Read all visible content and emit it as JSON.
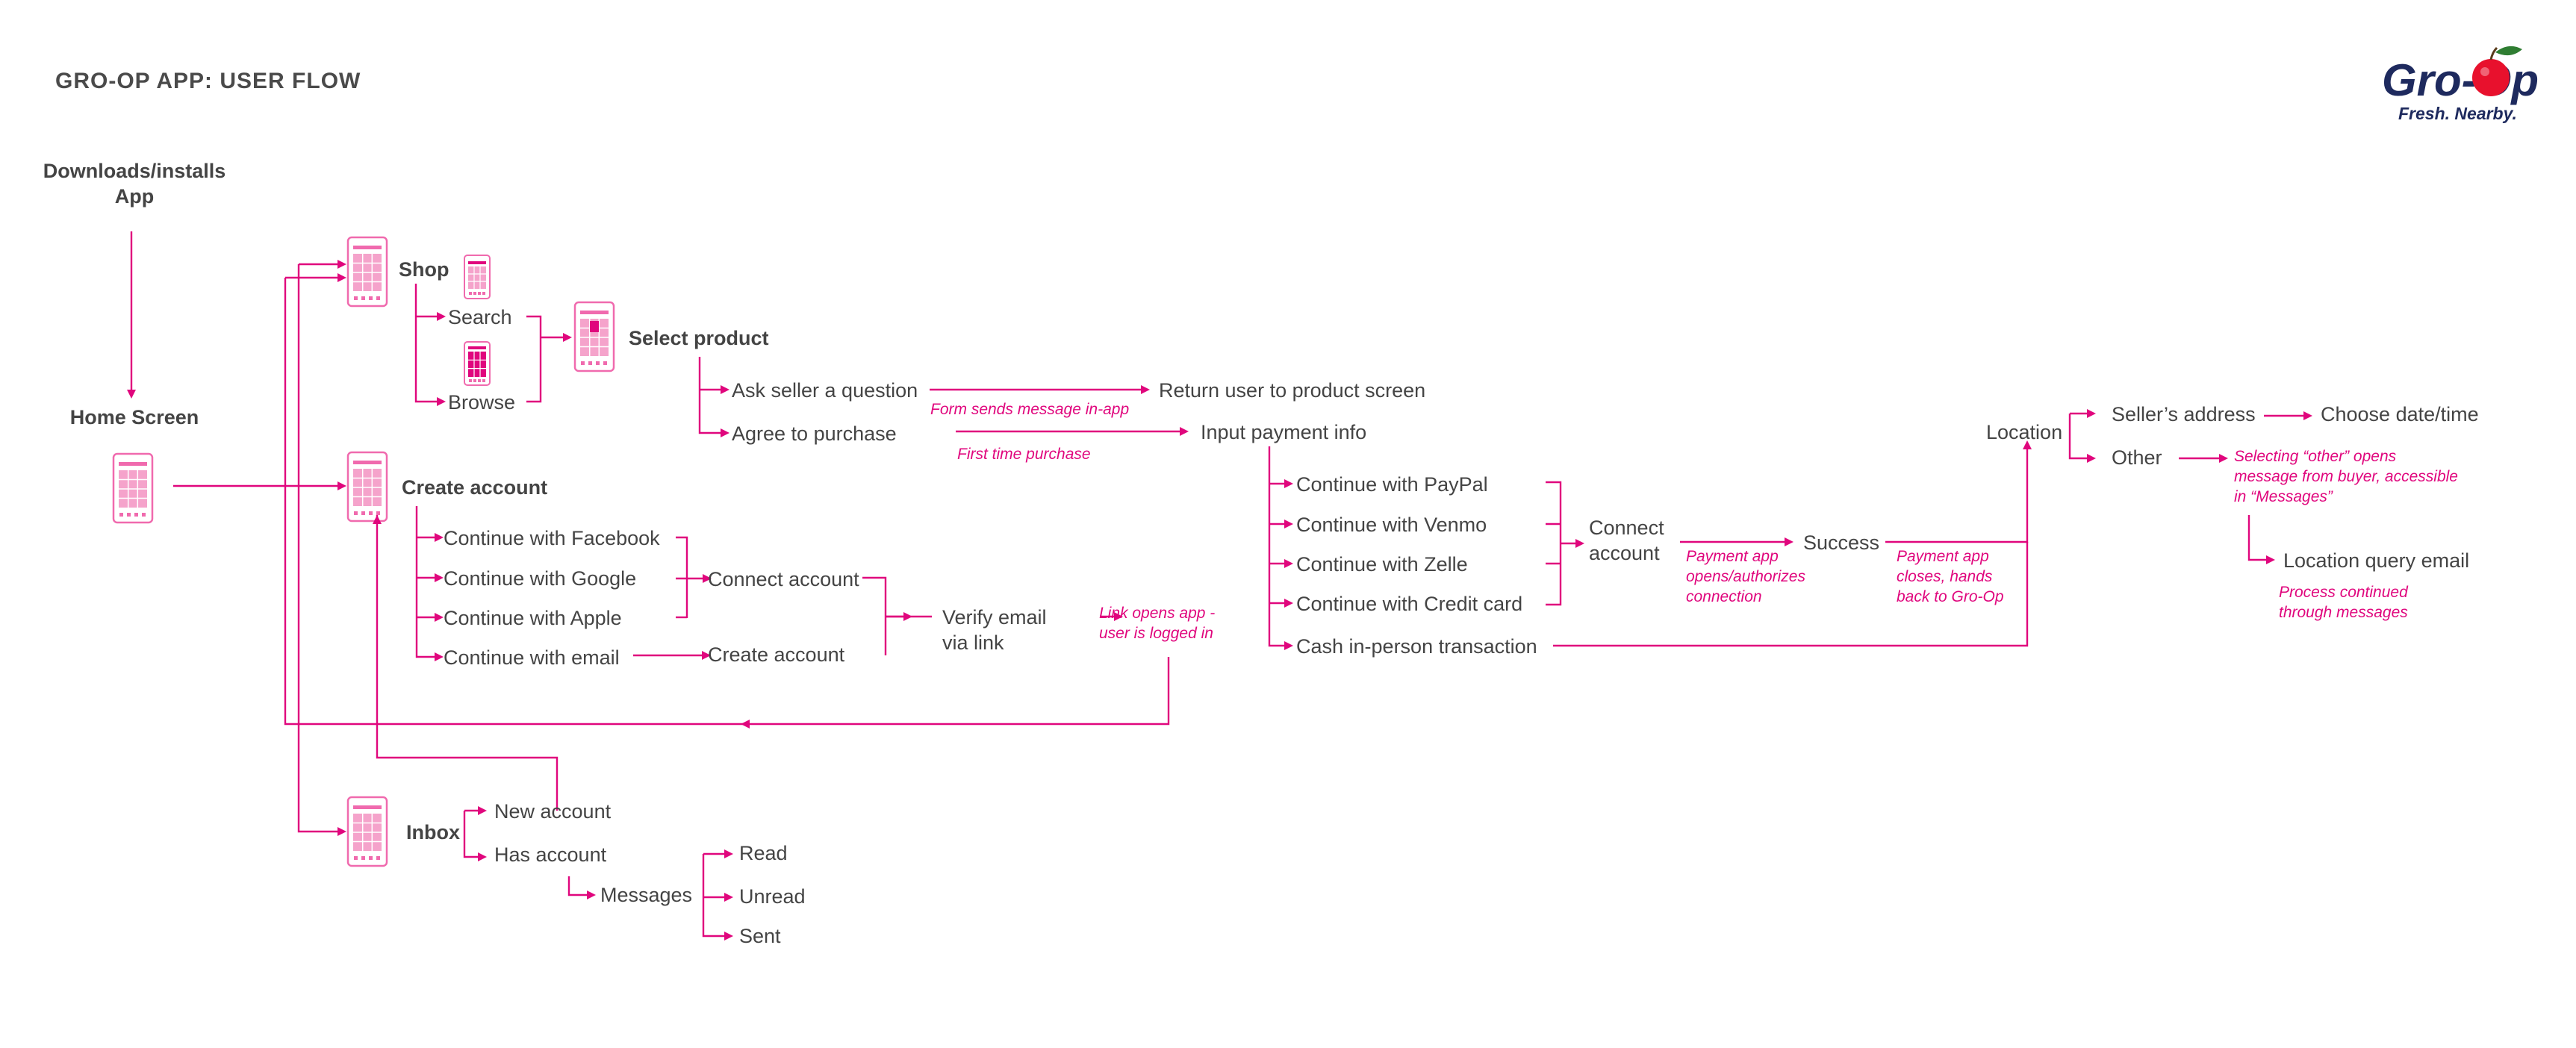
{
  "title": "GRO-OP APP: USER FLOW",
  "brand": {
    "name": "Gro-Op",
    "tagline": "Fresh. Nearby.",
    "icon": "apple-icon",
    "color": "#1e2a5e",
    "accent": "#e0067d"
  },
  "nodes": {
    "downloads_1": "Downloads/installs",
    "downloads_2": "App",
    "home_screen": "Home Screen",
    "shop": "Shop",
    "search": "Search",
    "browse": "Browse",
    "select_product": "Select product",
    "ask_seller": "Ask seller a question",
    "agree_purchase": "Agree to purchase",
    "return_user": "Return user to product screen",
    "input_payment": "Input payment info",
    "paypal": "Continue with PayPal",
    "venmo": "Continue with Venmo",
    "zelle": "Continue with Zelle",
    "credit_card": "Continue with Credit card",
    "cash": "Cash in-person transaction",
    "connect_account_1": "Connect",
    "connect_account_2": "account",
    "success": "Success",
    "location": "Location",
    "sellers_address": "Seller’s address",
    "other": "Other",
    "choose_date": "Choose date/time",
    "location_query": "Location query email",
    "create_account_header": "Create account",
    "facebook": "Continue with Facebook",
    "google": "Continue with Google",
    "apple": "Continue with Apple",
    "email": "Continue with email",
    "connect_account": "Connect account",
    "create_account": "Create account",
    "verify_email_1": "Verify email",
    "verify_email_2": "via link",
    "inbox": "Inbox",
    "new_account": "New account",
    "has_account": "Has account",
    "messages": "Messages",
    "read": "Read",
    "unread": "Unread",
    "sent": "Sent"
  },
  "notes": {
    "form_sends": "Form sends message in-app",
    "first_time": "First time purchase",
    "payment_app_opens_1": "Payment app",
    "payment_app_opens_2": "opens/authorizes",
    "payment_app_opens_3": "connection",
    "payment_app_closes_1": "Payment app",
    "payment_app_closes_2": "closes, hands",
    "payment_app_closes_3": "back to Gro-Op",
    "selecting_other_1": "Selecting “other” opens",
    "selecting_other_2": "message from buyer, accessible",
    "selecting_other_3": "in “Messages”",
    "process_continued_1": "Process continued",
    "process_continued_2": "through messages",
    "link_opens_1": "Link opens app -",
    "link_opens_2": "user is logged in"
  }
}
